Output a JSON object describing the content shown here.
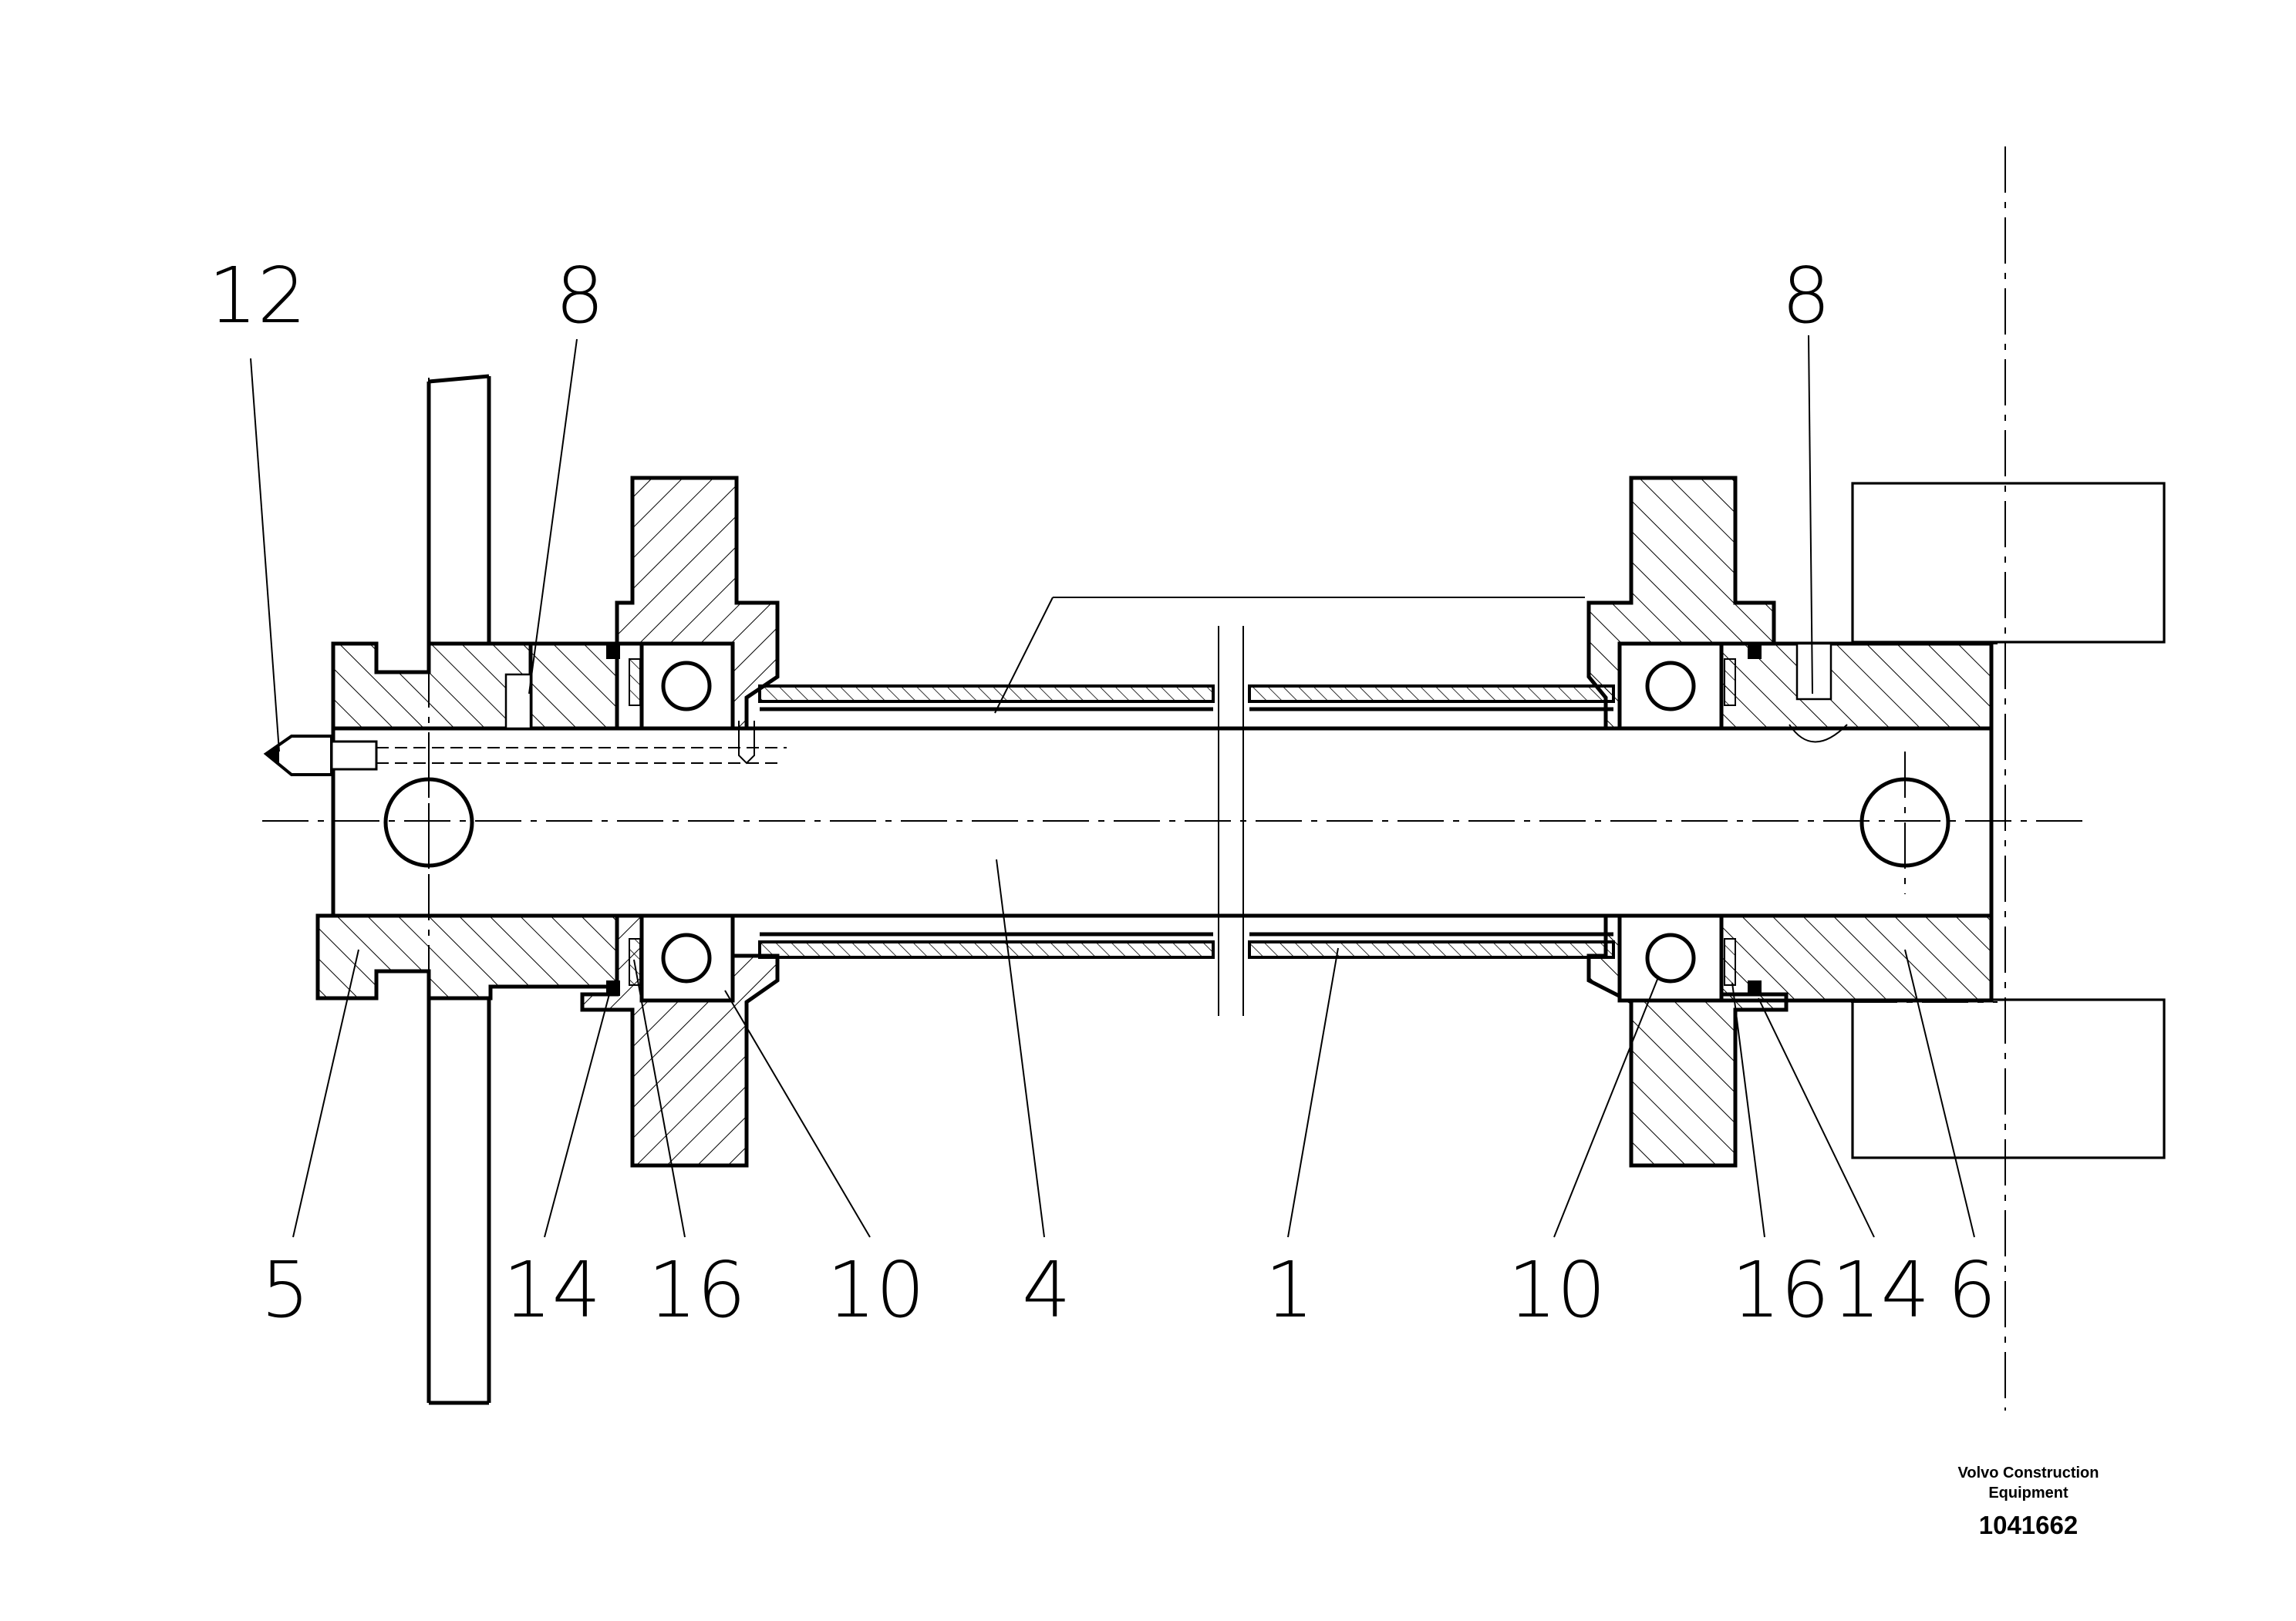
{
  "callouts": [
    {
      "id": "c12",
      "text": "12"
    },
    {
      "id": "c8a",
      "text": "8"
    },
    {
      "id": "c8b",
      "text": "8"
    },
    {
      "id": "c5",
      "text": "5"
    },
    {
      "id": "c14a",
      "text": "14"
    },
    {
      "id": "c16a",
      "text": "16"
    },
    {
      "id": "c10a",
      "text": "10"
    },
    {
      "id": "c4",
      "text": "4"
    },
    {
      "id": "c1",
      "text": "1"
    },
    {
      "id": "c10b",
      "text": "10"
    },
    {
      "id": "c16b",
      "text": "16"
    },
    {
      "id": "c14b",
      "text": "14"
    },
    {
      "id": "c6",
      "text": "6"
    }
  ],
  "footer": {
    "maker_line1": "Volvo Construction",
    "maker_line2": "Equipment",
    "document_number": "1041662"
  }
}
